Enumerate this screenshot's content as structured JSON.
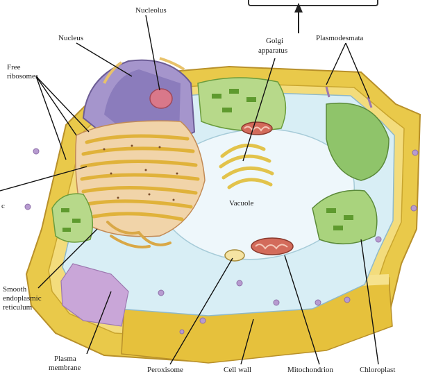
{
  "labels": {
    "nucleolus": "Nucleolus",
    "nucleus": "Nucleus",
    "golgi_line1": "Golgi",
    "golgi_line2": "apparatus",
    "plasmodesmata": "Plasmodesmata",
    "free_ribosomes_line1": "Free",
    "free_ribosomes_line2": "ribosomes",
    "rough_er_fragment": "c",
    "vacuole": "Vacuole",
    "smooth_er_line1": "Smooth",
    "smooth_er_line2": "endoplasmic",
    "smooth_er_line3": "reticulum",
    "plasma_membrane_line1": "Plasma",
    "plasma_membrane_line2": "membrane",
    "peroxisome": "Peroxisome",
    "cell_wall": "Cell wall",
    "mitochondrion": "Mitochondrion",
    "chloroplast": "Chloroplast"
  },
  "colors": {
    "cell_wall": "#e9c94a",
    "cell_wall_dark": "#c9a52e",
    "cytoplasm": "#d8eef5",
    "vacuole": "#eef7fb",
    "nucleus": "#a595cc",
    "nucleolus": "#d9788a",
    "er": "#e8c26a",
    "chloroplast": "#8fc46a",
    "mitochondrion": "#d36b5b",
    "plasma_membrane": "#c9a6d8"
  }
}
